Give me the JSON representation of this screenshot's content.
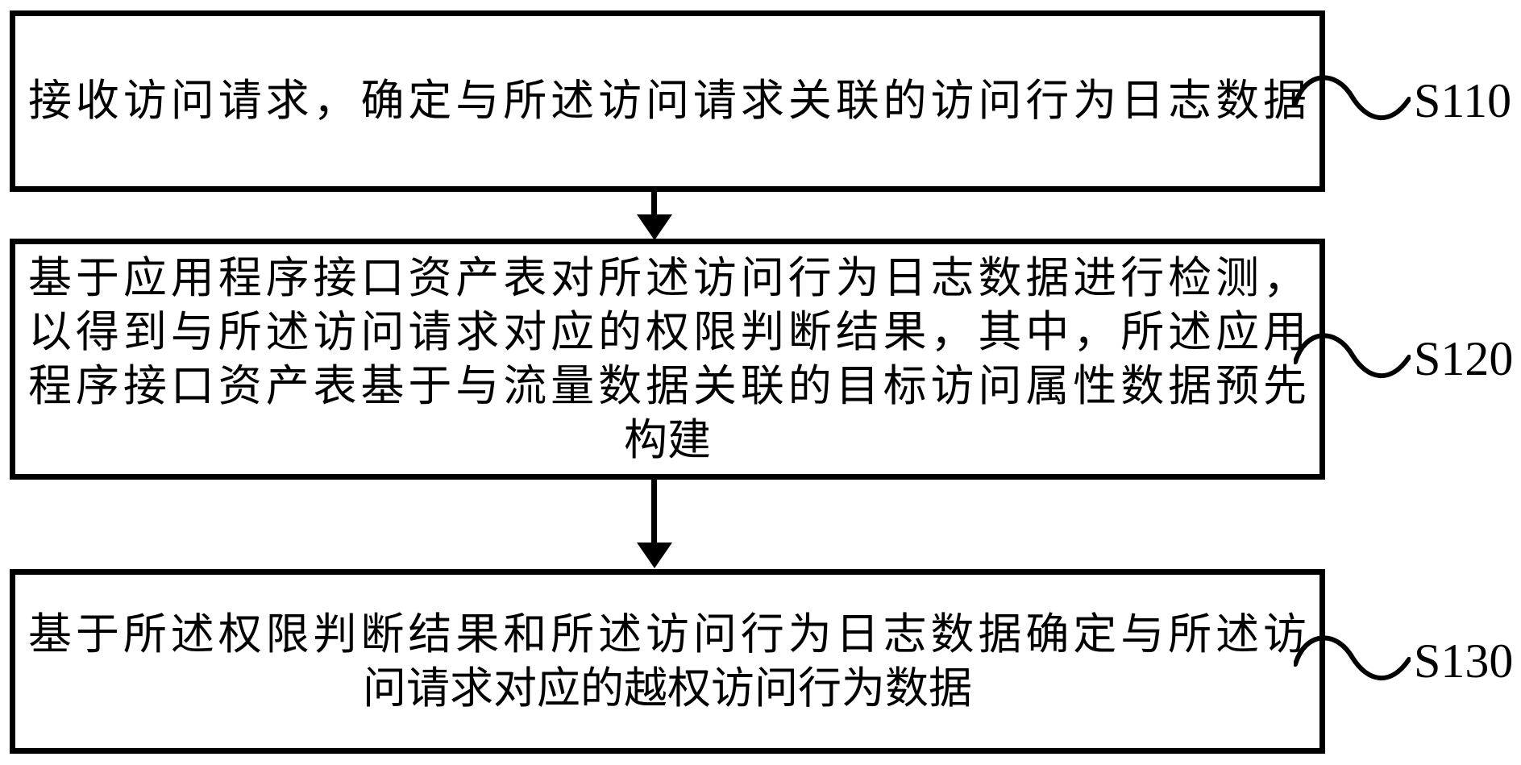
{
  "figure": {
    "type": "flowchart",
    "background_color": "#ffffff",
    "line_color": "#000000",
    "steps": [
      {
        "label": "S110",
        "lines": [
          "接收访问请求，确定与所述访问请求关联的访问行为日志数据"
        ]
      },
      {
        "label": "S120",
        "lines": [
          "基于应用程序接口资产表对所述访问行为日志数据进行检测，",
          "以得到与所述访问请求对应的权限判断结果，其中，所述应用",
          "程序接口资产表基于与流量数据关联的目标访问属性数据预先",
          "构建"
        ]
      },
      {
        "label": "S130",
        "lines": [
          "基于所述权限判断结果和所述访问行为日志数据确定与所述访",
          "问请求对应的越权访问行为数据"
        ]
      }
    ]
  }
}
